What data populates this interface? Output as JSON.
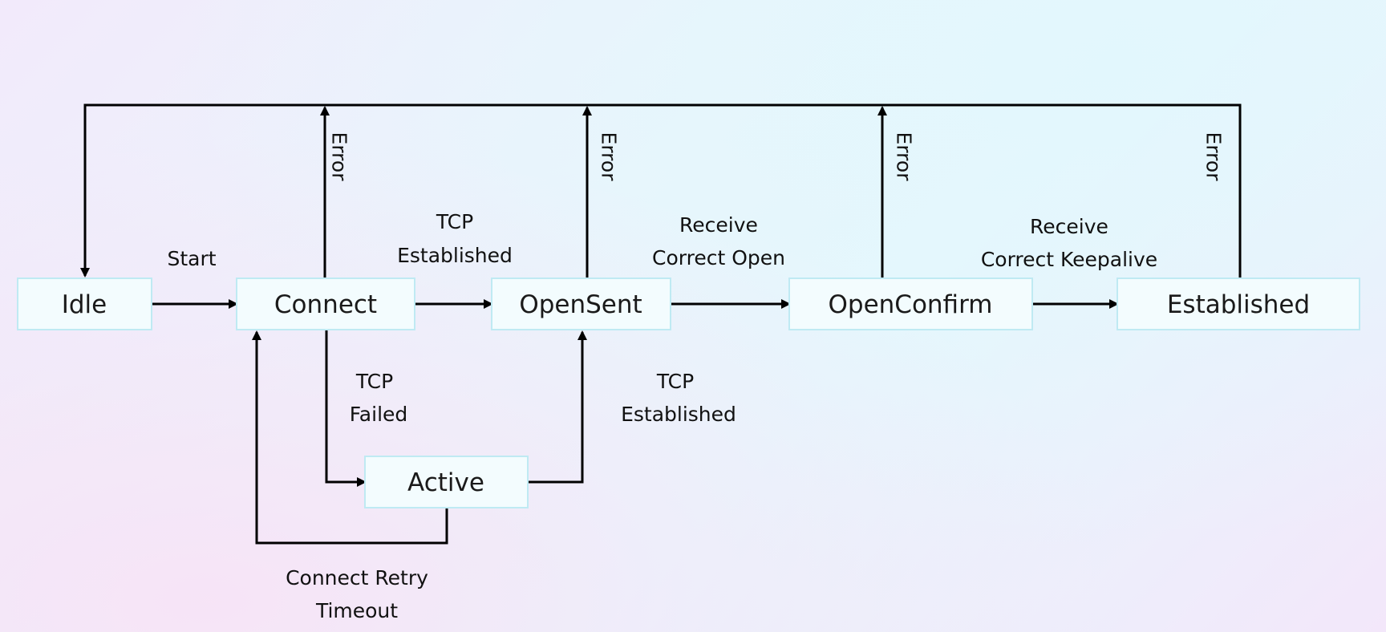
{
  "states": {
    "idle": "Idle",
    "connect": "Connect",
    "opensent": "OpenSent",
    "openconfirm": "OpenConfirm",
    "established": "Established",
    "active": "Active"
  },
  "labels": {
    "start": "Start",
    "tcp_established_top_1": "TCP",
    "tcp_established_top_2": "Established",
    "receive_open_1": "Receive",
    "receive_open_2": "Correct Open",
    "receive_keepalive_1": "Receive",
    "receive_keepalive_2": "Correct Keepalive",
    "tcp_failed_1": "TCP",
    "tcp_failed_2": "Failed",
    "tcp_established_bottom_1": "TCP",
    "tcp_established_bottom_2": "Established",
    "retry_1": "Connect Retry",
    "retry_2": "Timeout",
    "error_connect": "Error",
    "error_opensent": "Error",
    "error_openconfirm": "Error",
    "error_established": "Error"
  }
}
